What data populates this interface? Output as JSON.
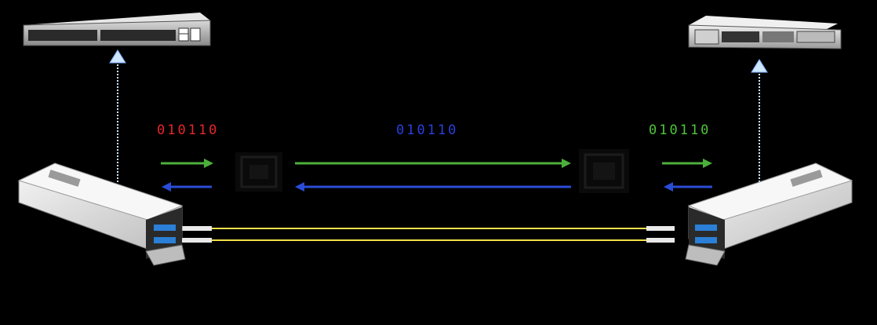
{
  "bit_streams": {
    "left": {
      "text": "010110",
      "color": "#e5262a"
    },
    "center": {
      "text": "010110",
      "color": "#2a3fe0"
    },
    "right": {
      "text": "010110",
      "color": "#4fc43a"
    }
  },
  "colors": {
    "background": "#000000",
    "upload_arrow": "#cfe6ff",
    "forward_arrow": "#4caf3c",
    "return_arrow": "#2b4cd6",
    "fiber": "#f2e14a"
  },
  "icons": {
    "left_device": "network-switch-icon",
    "right_device": "server-rack-icon",
    "left_module": "sfp-transceiver-icon",
    "right_module": "sfp-transceiver-icon",
    "left_converter": "converter-chip-icon",
    "right_converter": "converter-chip-icon"
  }
}
